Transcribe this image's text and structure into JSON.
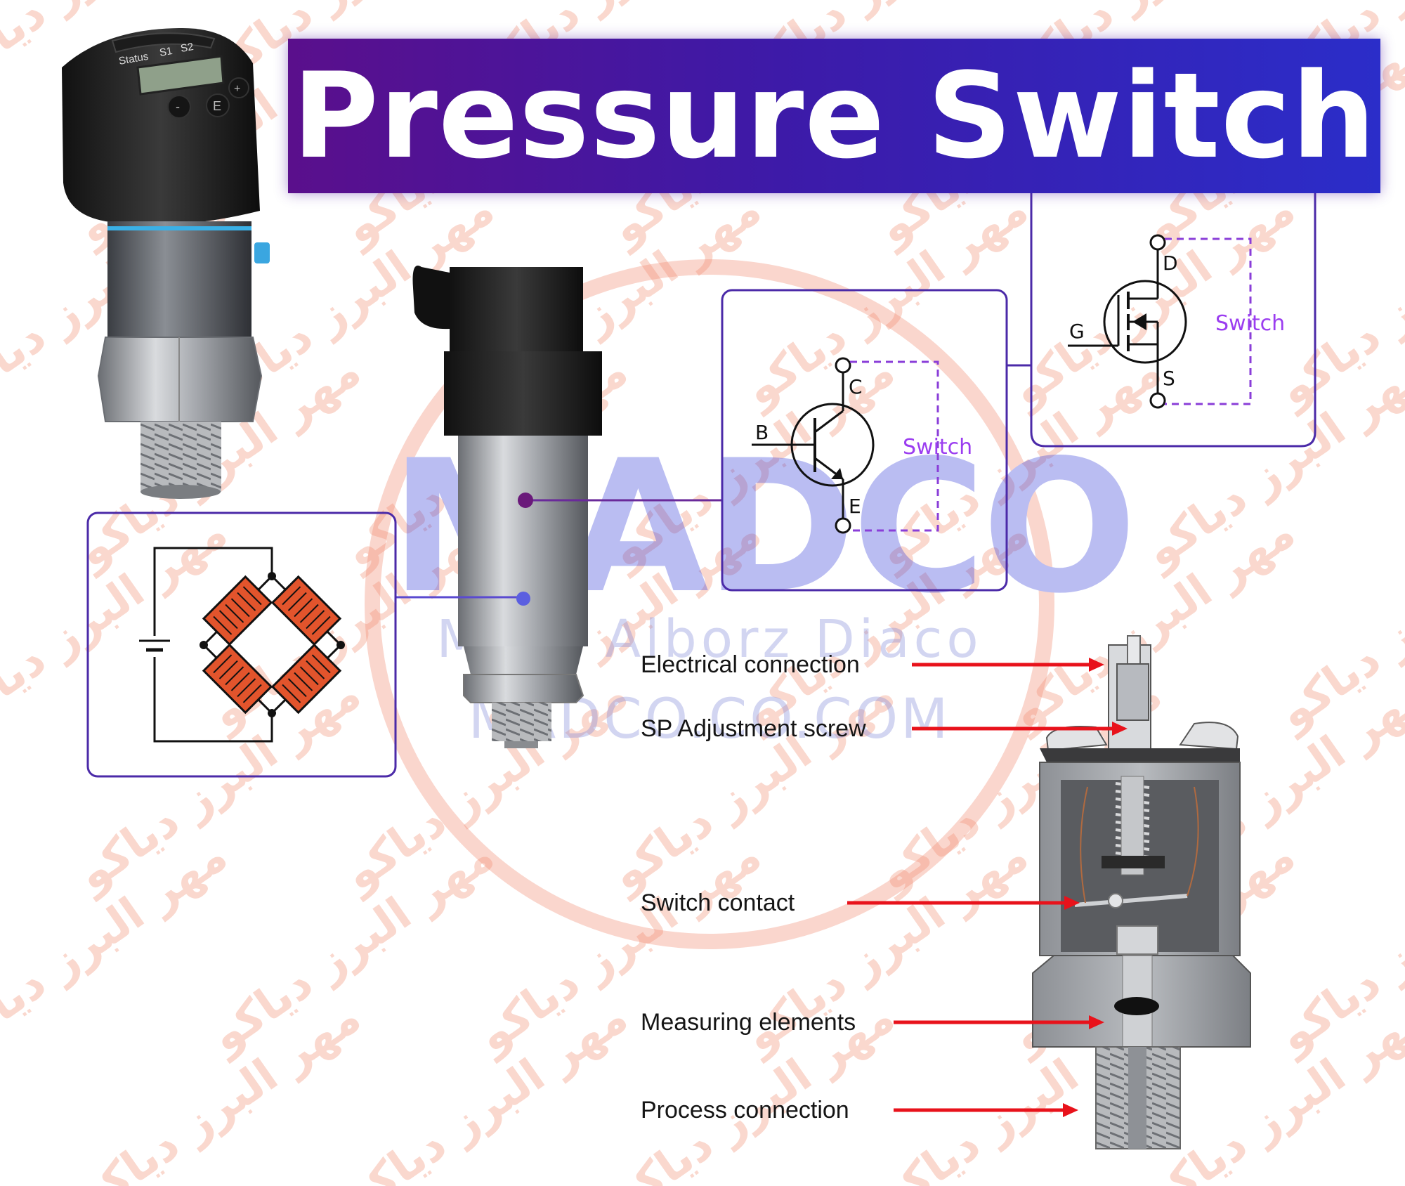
{
  "title": "Pressure Switch",
  "watermark": {
    "brand": "MADCO",
    "company": "Mehr Alborz Diaco",
    "website": "MADCO.CO.COM",
    "arabic_tile": "مهر البرز دیاکو"
  },
  "device_display": {
    "status": "Status",
    "s1": "S1",
    "s2": "S2",
    "btn_minus": "-",
    "btn_e": "E",
    "btn_plus": "+"
  },
  "bjt_symbol": {
    "base": "B",
    "collector": "C",
    "emitter": "E",
    "switch_label": "Switch"
  },
  "mosfet_symbol": {
    "gate": "G",
    "drain": "D",
    "source": "S",
    "switch_label": "Switch"
  },
  "callouts": {
    "electrical_connection": "Electrical connection",
    "sp_adjustment_screw": "SP Adjustment screw",
    "switch_contact": "Switch contact",
    "measuring_elements": "Measuring elements",
    "process_connection": "Process connection"
  },
  "colors": {
    "title_gradient_start": "#5a0f8c",
    "title_gradient_end": "#2b2dc9",
    "box_border": "#4b2aa8",
    "switch_label": "#9b3df0",
    "callout_arrow": "#e8121b",
    "strain_gauge": "#e2542c",
    "watermark": "#f3a38c"
  }
}
